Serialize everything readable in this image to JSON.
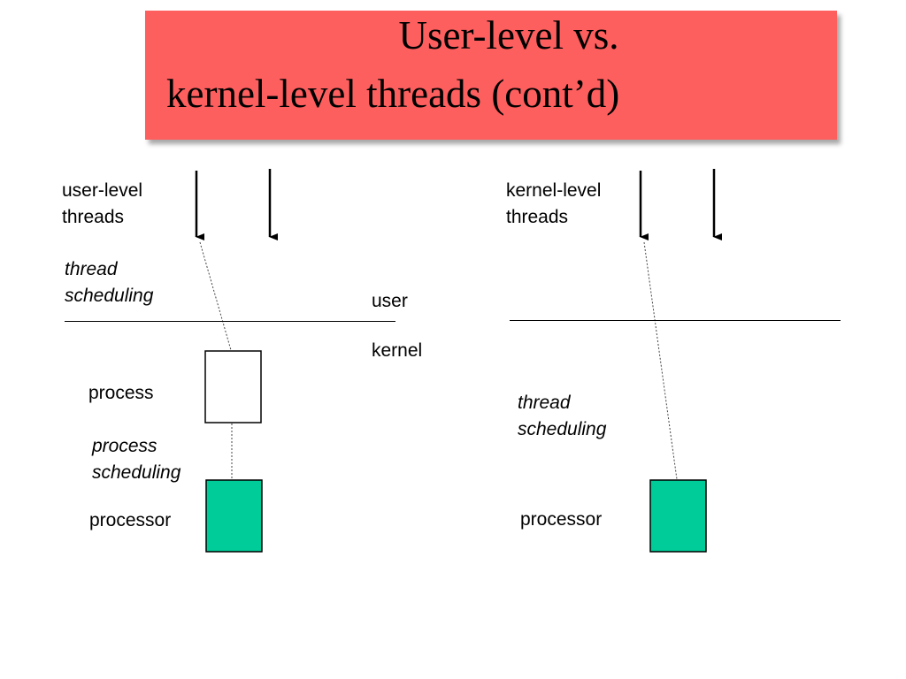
{
  "title": {
    "line1": "User-level vs.",
    "line2": "kernel-level threads (cont’d)"
  },
  "left_panel": {
    "threads_label": [
      "user-level",
      "threads"
    ],
    "thread_scheduling": [
      "thread",
      "scheduling"
    ],
    "process_label": "process",
    "process_scheduling": [
      "process",
      "scheduling"
    ],
    "processor_label": "processor"
  },
  "boundary": {
    "user_label": "user",
    "kernel_label": "kernel"
  },
  "right_panel": {
    "threads_label": [
      "kernel-level",
      "threads"
    ],
    "thread_scheduling": [
      "thread",
      "scheduling"
    ],
    "processor_label": "processor"
  },
  "colors": {
    "title_background": "#fd5e5e",
    "processor_fill": "#00cc99",
    "process_fill": "#ffffff"
  }
}
